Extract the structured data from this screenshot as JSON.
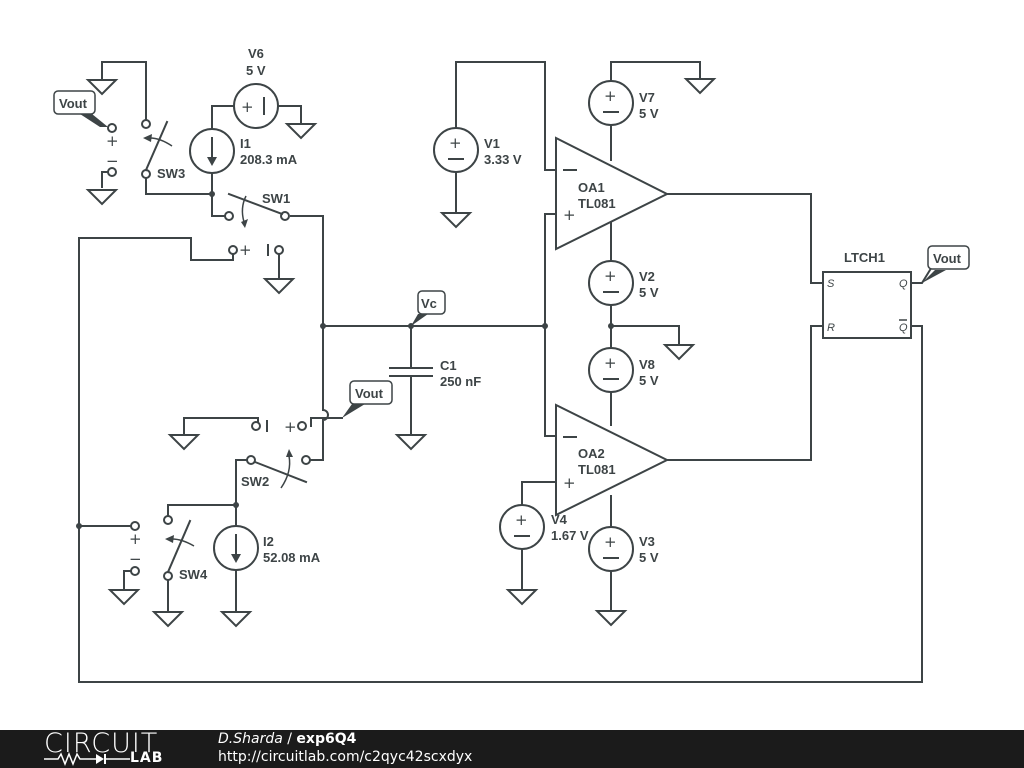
{
  "schematic": {
    "components": {
      "V6": {
        "name": "V6",
        "value": "5 V"
      },
      "I1": {
        "name": "I1",
        "value": "208.3 mA"
      },
      "SW1": {
        "name": "SW1"
      },
      "SW2": {
        "name": "SW2"
      },
      "SW3": {
        "name": "SW3"
      },
      "SW4": {
        "name": "SW4"
      },
      "I2": {
        "name": "I2",
        "value": "52.08 mA"
      },
      "C1": {
        "name": "C1",
        "value": "250 nF"
      },
      "V1": {
        "name": "V1",
        "value": "3.33 V"
      },
      "V7": {
        "name": "V7",
        "value": "5 V"
      },
      "V2": {
        "name": "V2",
        "value": "5 V"
      },
      "V8": {
        "name": "V8",
        "value": "5 V"
      },
      "V3": {
        "name": "V3",
        "value": "5 V"
      },
      "V4": {
        "name": "V4",
        "value": "1.67 V"
      },
      "OA1": {
        "name": "OA1",
        "model": "TL081"
      },
      "OA2": {
        "name": "OA2",
        "model": "TL081"
      },
      "LTCH1": {
        "name": "LTCH1",
        "pins": {
          "s": "S",
          "r": "R",
          "q": "Q",
          "qbar": "Q"
        }
      }
    },
    "net_labels": {
      "vout_sw3": "Vout",
      "vout_sw2": "Vout",
      "vout_latch": "Vout",
      "vc": "Vc"
    },
    "glyphs": {
      "plus": "+",
      "minus": "−",
      "bar": "|"
    }
  },
  "footer": {
    "logo_top": "CIRCUIT",
    "logo_bottom": "LAB",
    "author": "D.Sharda",
    "separator": " / ",
    "project": "exp6Q4",
    "url": "http://circuitlab.com/c2qyc42scxdyx"
  }
}
